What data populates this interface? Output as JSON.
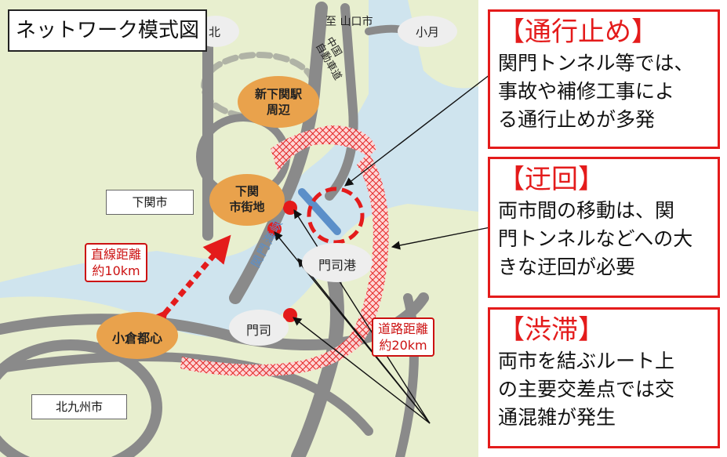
{
  "title": "ネットワーク模式図",
  "top_labels": {
    "north_dest": "至 山口市",
    "left_small": "北",
    "right_small": "小月",
    "expressway": "中国\n自動車道",
    "strait": "関門海峡"
  },
  "areas": {
    "shin_shimonoseki": "新下関駅\n周辺",
    "shimonoseki_center": "下関\n市街地",
    "kokura": "小倉都心",
    "mojiko": "門司港",
    "moji": "門司"
  },
  "cities": {
    "shimonoseki": "下関市",
    "kitakyushu": "北九州市"
  },
  "distances": {
    "straight": "直線距離\n約10km",
    "road": "道路距離\n約20km"
  },
  "notes": [
    {
      "title": "【通行止め】",
      "body": "関門トンネル等では、\n事故や補修工事によ\nる通行止めが多発"
    },
    {
      "title": "【迂回】",
      "body": "両市間の移動は、関\n門トンネルなどへの大\nきな迂回が必要"
    },
    {
      "title": "【渋滞】",
      "body": "両市を結ぶルート上\nの主要交差点では交\n通混雑が発生"
    }
  ],
  "colors": {
    "accent_red": "#e41b1b",
    "sea": "#cfe4ee",
    "land": "#e8efcf",
    "road": "#8a8a8a",
    "area_oval": "#e9a24c"
  }
}
